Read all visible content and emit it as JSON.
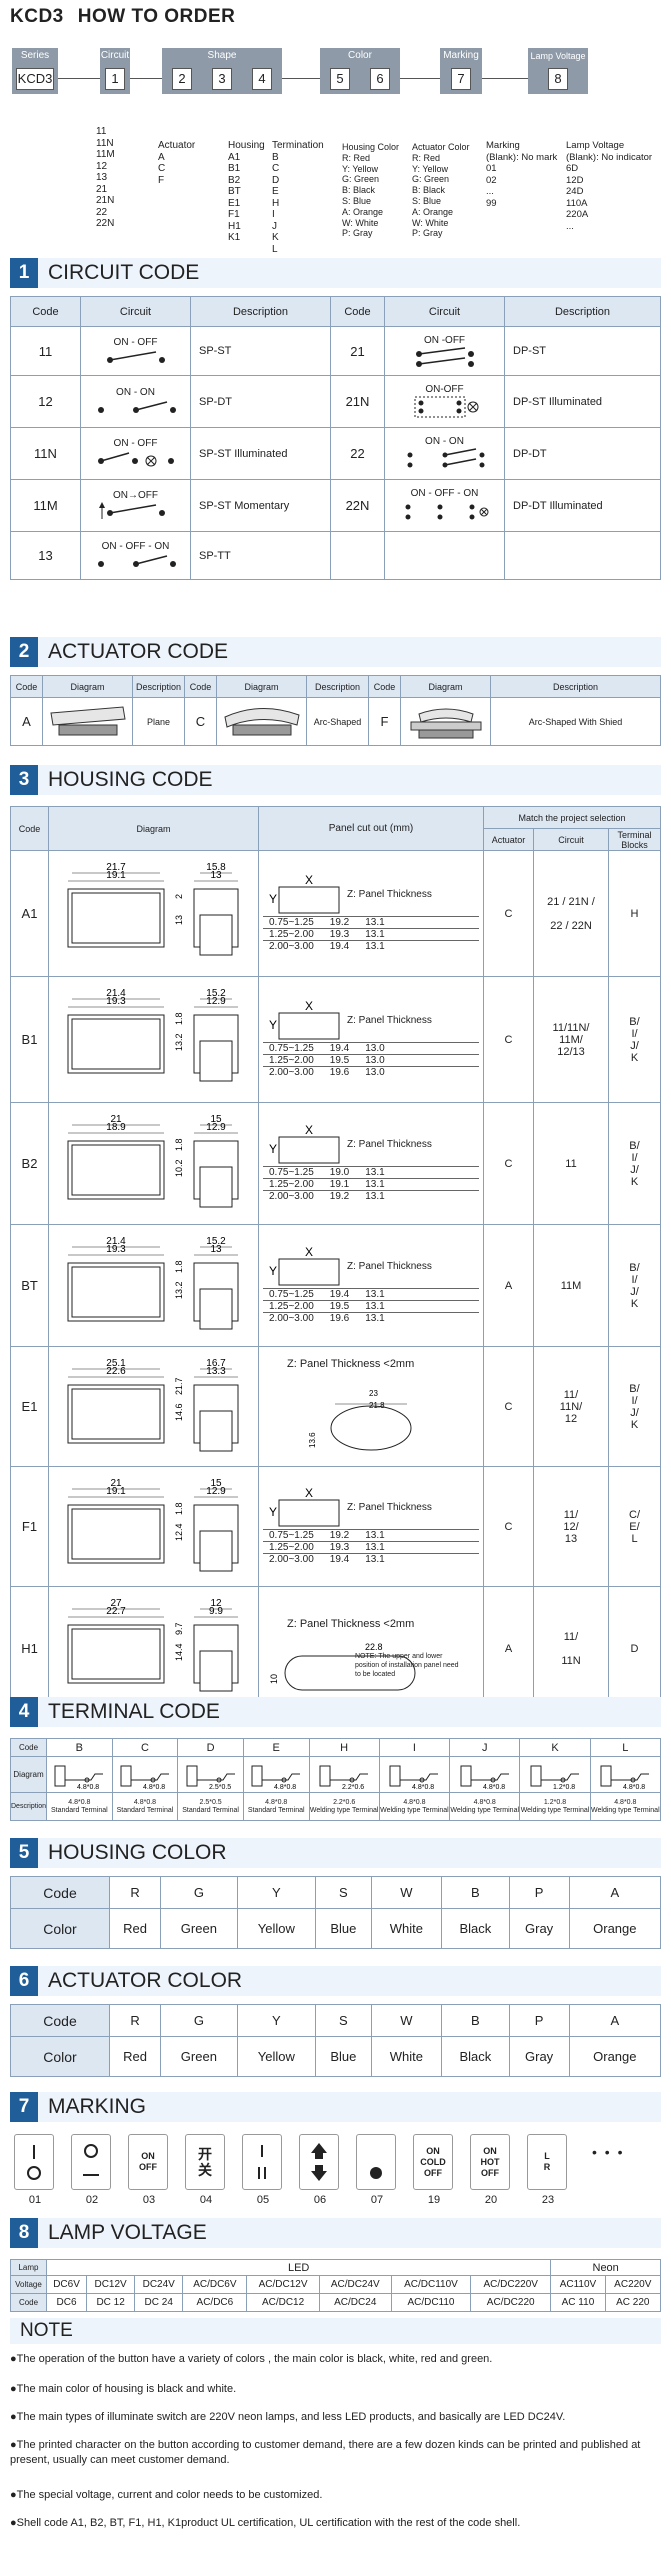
{
  "header": {
    "model": "KCD3",
    "title": "HOW TO ORDER"
  },
  "flow": {
    "series": {
      "label": "Series",
      "value": "KCD3"
    },
    "circuit": {
      "label": "Circuit",
      "value": "1"
    },
    "shape": {
      "label": "Shape",
      "values": [
        "2",
        "3",
        "4"
      ]
    },
    "color": {
      "label": "Color",
      "values": [
        "5",
        "6"
      ]
    },
    "marking": {
      "label": "Marking",
      "value": "7"
    },
    "lamp": {
      "label": "Lamp Voltage",
      "value": "8"
    }
  },
  "tree": {
    "circuit": "11\n11N\n11M\n12\n13\n21\n21N\n22\n22N",
    "actuator": "Actuator\nA\nC\nF",
    "housing": "Housing\nA1\nB1\nB2\nBT\nE1\nF1\nH1\nK1",
    "termination": "Termination\nB\nC\nD\nE\nH\nI\nJ\nK\nL",
    "housing_color": "Housing Color\nR: Red\nY: Yellow\nG: Green\nB: Black\nS: Blue\nA: Orange\nW: White\nP: Gray",
    "actuator_color": "Actuator Color\nR: Red\nY: Yellow\nG: Green\nB: Black\nS: Blue\nA: Orange\nW: White\nP: Gray",
    "marking": "Marking\n(Blank): No mark\n01\n02\n...\n99",
    "lamp": "Lamp Voltage\n(Blank): No indicator\n6D\n12D\n24D\n110A\n220A\n..."
  },
  "sections": {
    "s1": {
      "num": "1",
      "title": "CIRCUIT CODE"
    },
    "s2": {
      "num": "2",
      "title": "ACTUATOR CODE"
    },
    "s3": {
      "num": "3",
      "title": "HOUSING CODE"
    },
    "s4": {
      "num": "4",
      "title": "TERMINAL CODE"
    },
    "s5": {
      "num": "5",
      "title": "HOUSING COLOR"
    },
    "s6": {
      "num": "6",
      "title": "ACTUATOR COLOR"
    },
    "s7": {
      "num": "7",
      "title": "MARKING"
    },
    "s8": {
      "num": "8",
      "title": "LAMP VOLTAGE"
    }
  },
  "circuit": {
    "headers": [
      "Code",
      "Circuit",
      "Description",
      "Code",
      "Circuit",
      "Description"
    ],
    "rows": [
      {
        "c1": "11",
        "t1": "ON - OFF",
        "d1": "SP-ST",
        "c2": "21",
        "t2": "ON -OFF",
        "d2": "DP-ST"
      },
      {
        "c1": "12",
        "t1": "ON  -  ON",
        "d1": "SP-DT",
        "c2": "21N",
        "t2": "ON-OFF",
        "d2": "DP-ST Illuminated"
      },
      {
        "c1": "11N",
        "t1": "ON  -  OFF",
        "d1": "SP-ST Illuminated",
        "c2": "22",
        "t2": "ON  -  ON",
        "d2": "DP-DT"
      },
      {
        "c1": "11M",
        "t1": "ON→OFF",
        "d1": "SP-ST Momentary",
        "c2": "22N",
        "t2": "ON - OFF - ON",
        "d2": "DP-DT Illuminated"
      },
      {
        "c1": "13",
        "t1": "ON - OFF - ON",
        "d1": "SP-TT",
        "c2": "",
        "t2": "",
        "d2": ""
      }
    ]
  },
  "actuator": {
    "headers": [
      "Code",
      "Diagram",
      "Description",
      "Code",
      "Diagram",
      "Description",
      "Code",
      "Diagram",
      "Description"
    ],
    "row": [
      "A",
      "Plane",
      "C",
      "Arc-Shaped",
      "F",
      "Arc-Shaped With Shied"
    ]
  },
  "housing": {
    "headers": {
      "code": "Code",
      "diagram": "Diagram",
      "panel": "Panel cut out (mm)",
      "match": "Match the project selection",
      "actuator": "Actuator",
      "circuit": "Circuit",
      "terminal": "Terminal Blocks"
    },
    "z": "Z: Panel Thickness",
    "z2": "Z: Panel Thickness <2mm",
    "note": "NOTE: The upper and lower position of installation panel need to be located",
    "rows": [
      {
        "code": "A1",
        "dims": [
          "21.7",
          "19.1",
          "15.8",
          "13",
          "13",
          "2"
        ],
        "cut": [
          [
            "0.75~1.25",
            "19.2",
            "13.1"
          ],
          [
            "1.25~2.00",
            "19.3",
            "13.1"
          ],
          [
            "2.00~3.00",
            "19.4",
            "13.1"
          ]
        ],
        "act": "C",
        "cir": "21 / 21N /\n\n22 / 22N",
        "term": "H"
      },
      {
        "code": "B1",
        "dims": [
          "21.4",
          "19.3",
          "15.2",
          "12.9",
          "13.2",
          "1.8"
        ],
        "cut": [
          [
            "0.75~1.25",
            "19.4",
            "13.0"
          ],
          [
            "1.25~2.00",
            "19.5",
            "13.0"
          ],
          [
            "2.00~3.00",
            "19.6",
            "13.0"
          ]
        ],
        "act": "C",
        "cir": "11/11N/\n11M/\n12/13",
        "term": "B/\nI/\nJ/\nK"
      },
      {
        "code": "B2",
        "dims": [
          "21",
          "18.9",
          "15",
          "12.9",
          "10.2",
          "1.8"
        ],
        "cut": [
          [
            "0.75~1.25",
            "19.0",
            "13.1"
          ],
          [
            "1.25~2.00",
            "19.1",
            "13.1"
          ],
          [
            "2.00~3.00",
            "19.2",
            "13.1"
          ]
        ],
        "act": "C",
        "cir": "11",
        "term": "B/\nI/\nJ/\nK"
      },
      {
        "code": "BT",
        "dims": [
          "21.4",
          "19.3",
          "15.2",
          "13",
          "13.2",
          "1.8"
        ],
        "cut": [
          [
            "0.75~1.25",
            "19.4",
            "13.1"
          ],
          [
            "1.25~2.00",
            "19.5",
            "13.1"
          ],
          [
            "2.00~3.00",
            "19.6",
            "13.1"
          ]
        ],
        "act": "A",
        "cir": "11M",
        "term": "B/\nI/\nJ/\nK"
      },
      {
        "code": "E1",
        "dims": [
          "25.1",
          "22.6",
          "16.7",
          "13.3",
          "14.6",
          "21.7"
        ],
        "cut": [
          [
            "23",
            "21.8",
            "13.6"
          ]
        ],
        "act": "C",
        "cir": "11/\n11N/\n12",
        "term": "B/\nI/\nJ/\nK"
      },
      {
        "code": "F1",
        "dims": [
          "21",
          "19.1",
          "15",
          "12.9",
          "12.4",
          "1.8"
        ],
        "cut": [
          [
            "0.75~1.25",
            "19.2",
            "13.1"
          ],
          [
            "1.25~2.00",
            "19.3",
            "13.1"
          ],
          [
            "2.00~3.00",
            "19.4",
            "13.1"
          ]
        ],
        "act": "C",
        "cir": "11/\n12/\n13",
        "term": "C/\nE/\nL"
      },
      {
        "code": "H1",
        "dims": [
          "27",
          "22.7",
          "12",
          "9.9",
          "14.4",
          "9.7"
        ],
        "cut": [
          [
            "22.8",
            "10"
          ]
        ],
        "act": "A",
        "cir": "11/\n\n11N",
        "term": "D"
      }
    ]
  },
  "terminal": {
    "row_labels": [
      "Code",
      "Diagram",
      "Description"
    ],
    "codes": [
      "B",
      "C",
      "D",
      "E",
      "H",
      "I",
      "J",
      "K",
      "L"
    ],
    "sizes": [
      "4.8*0.8",
      "4.8*0.8",
      "2.5*0.5",
      "4.8*0.8",
      "2.2*0.6",
      "4.8*0.8",
      "4.8*0.8",
      "1.2*0.8",
      "4.8*0.8"
    ],
    "types": [
      "Standard Terminal",
      "Standard Terminal",
      "Standard Terminal",
      "Standard Terminal",
      "Welding type Terminal",
      "Welding type Terminal",
      "Welding type Terminal",
      "Welding type Terminal",
      "Welding type Terminal"
    ]
  },
  "hcolor": {
    "code_label": "Code",
    "color_label": "Color",
    "codes": [
      "R",
      "G",
      "Y",
      "S",
      "W",
      "B",
      "P",
      "A"
    ],
    "names": [
      "Red",
      "Green",
      "Yellow",
      "Blue",
      "White",
      "Black",
      "Gray",
      "Orange"
    ]
  },
  "acolor": {
    "code_label": "Code",
    "color_label": "Color",
    "codes": [
      "R",
      "G",
      "Y",
      "S",
      "W",
      "B",
      "P",
      "A"
    ],
    "names": [
      "Red",
      "Green",
      "Yellow",
      "Blue",
      "White",
      "Black",
      "Gray",
      "Orange"
    ]
  },
  "marking": {
    "codes": [
      "01",
      "02",
      "03",
      "04",
      "05",
      "06",
      "07",
      "19",
      "20",
      "23"
    ],
    "symbols": [
      "",
      "",
      "ON\nOFF",
      "开\n关",
      "",
      "",
      "",
      "ON\nCOLD\nOFF",
      "ON\nHOT\nOFF",
      "L\nR"
    ],
    "more": "• • •"
  },
  "lamp": {
    "headers": {
      "lamp": "Lamp",
      "led": "LED",
      "neon": "Neon",
      "voltage": "Voltage",
      "code": "Code"
    },
    "voltages": [
      "DC6V",
      "DC12V",
      "DC24V",
      "AC/DC6V",
      "AC/DC12V",
      "AC/DC24V",
      "AC/DC110V",
      "AC/DC220V",
      "AC110V",
      "AC220V"
    ],
    "codes": [
      "DC6",
      "DC 12",
      "DC 24",
      "AC/DC6",
      "AC/DC12",
      "AC/DC24",
      "AC/DC110",
      "AC/DC220",
      "AC 110",
      "AC 220"
    ]
  },
  "note": {
    "title": "NOTE",
    "items": [
      "●The operation of the button have a variety of colors , the main color is black, white, red and green.",
      "●The main color of housing is black and white.",
      "●The main types of illuminate switch are 220V neon lamps, and less LED products, and basically are LED DC24V.",
      "●The printed character on the button according to customer demand, there are a few dozen kinds can be printed and published at present, usually can meet customer demand.",
      "●The special voltage, current and color needs to be customized.",
      "●Shell code A1, B2, BT, F1, H1, K1product UL certification, UL certification with the rest of the code shell."
    ]
  },
  "colors": {
    "accent": "#1f5e99",
    "band": "#eef4fb",
    "header_fill": "#dde7f2",
    "flow_gray": "#8e9aa8"
  }
}
